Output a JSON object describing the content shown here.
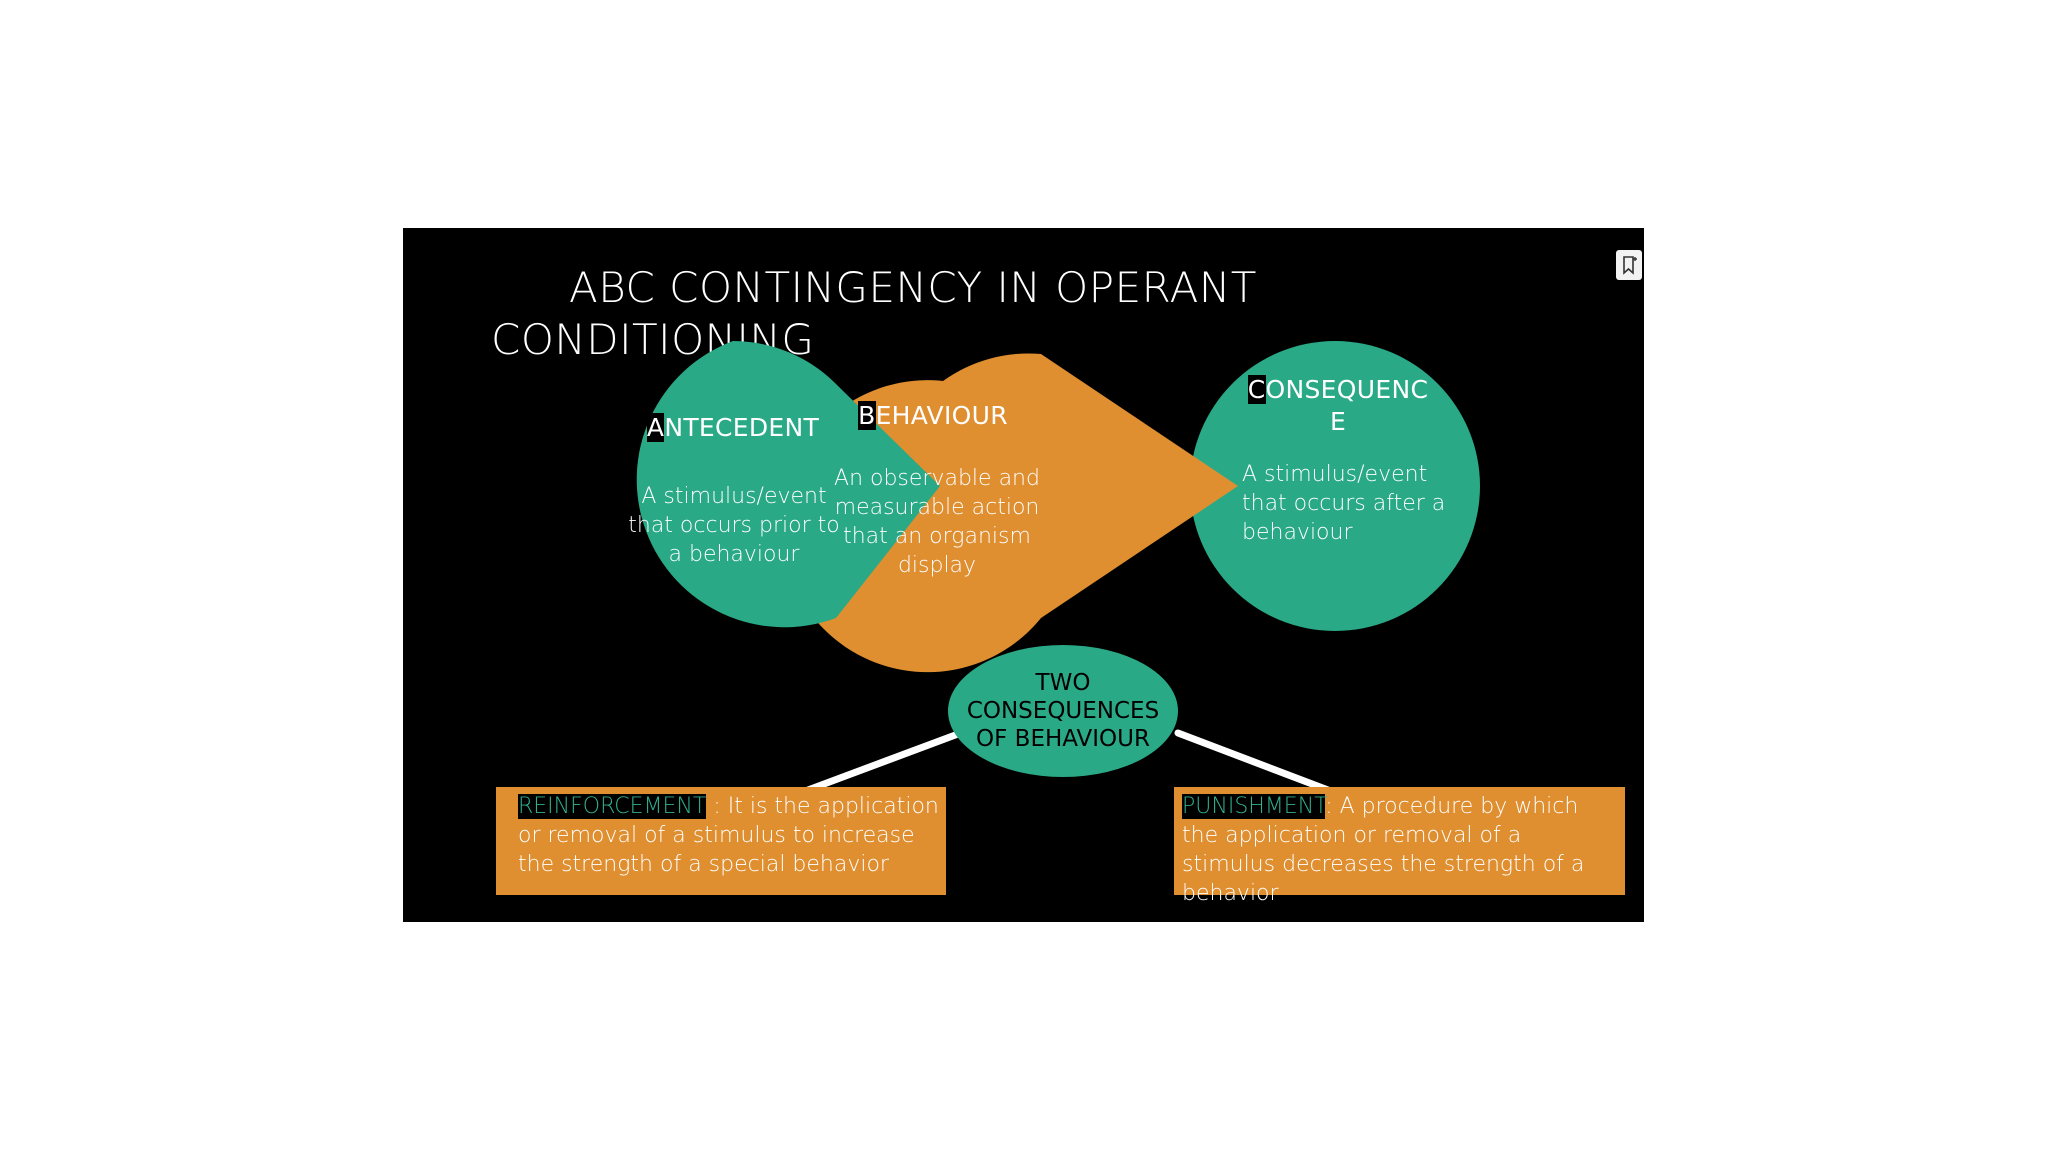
{
  "slide": {
    "title": "ABC CONTINGENCY IN OPERANT CONDITIONING",
    "colors": {
      "background": "#000000",
      "teal": "#2aa987",
      "orange": "#df8e30",
      "connector": "#ffffff"
    }
  },
  "antecedent": {
    "initial": "A",
    "rest": "NTECEDENT",
    "description": "A stimulus/event that occurs prior to a behaviour"
  },
  "behaviour": {
    "initial": "B",
    "rest": "EHAVIOUR",
    "description": "An observable and measurable action that an organism display"
  },
  "consequence": {
    "initial": "C",
    "rest": "ONSEQUENC E",
    "description": "A stimulus/event that occurs after a behaviour"
  },
  "center": {
    "label": "TWO CONSEQUENCES OF BEHAVIOUR"
  },
  "reinforcement": {
    "keyword": "REINFORCEMENT",
    "text": " : It is the application or removal of a stimulus to increase the strength of a special behavior"
  },
  "punishment": {
    "keyword": "PUNISHMENT",
    "text": ": A procedure by which the application or removal of a stimulus decreases the strength of a behavior"
  },
  "icons": {
    "bookmark": "bookmark-add-icon"
  }
}
